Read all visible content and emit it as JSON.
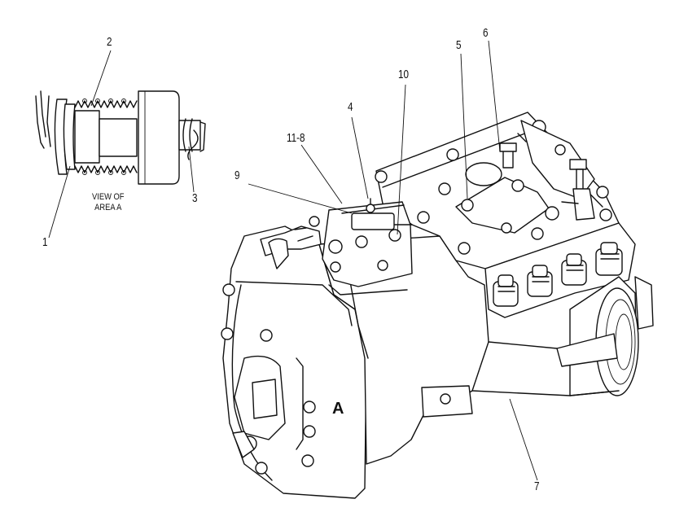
{
  "callouts": {
    "c1": "1",
    "c2": "2",
    "c3": "3",
    "c4": "4",
    "c5": "5",
    "c6": "6",
    "c7": "7",
    "c9": "9",
    "c10": "10",
    "c11_8": "11-8"
  },
  "view_label": {
    "line1": "VIEW OF",
    "line2": "AREA A"
  },
  "area_letter": "A"
}
